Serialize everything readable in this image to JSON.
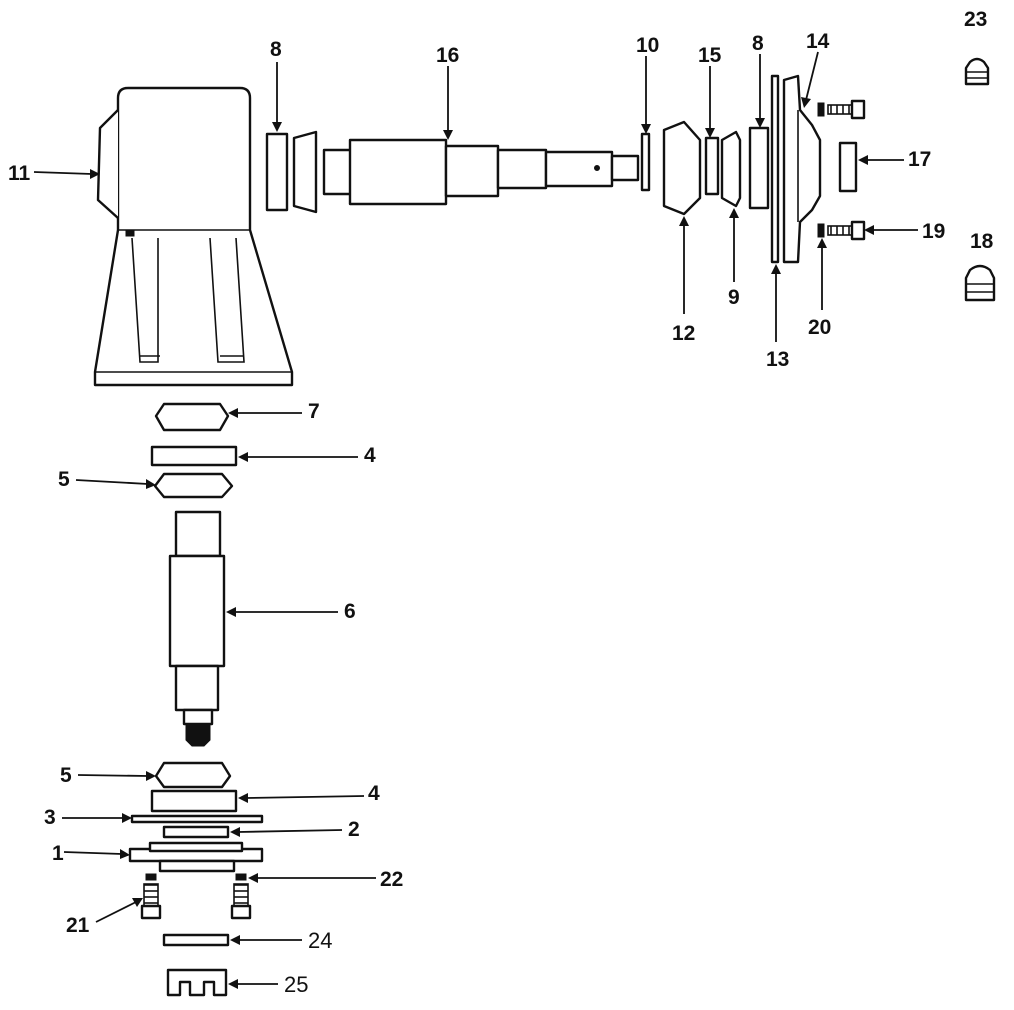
{
  "diagram": {
    "labels": {
      "l1": "1",
      "l2": "2",
      "l3": "3",
      "l4a": "4",
      "l4b": "4",
      "l5a": "5",
      "l5b": "5",
      "l6": "6",
      "l7": "7",
      "l8a": "8",
      "l8b": "8",
      "l9": "9",
      "l10": "10",
      "l11": "11",
      "l12": "12",
      "l13": "13",
      "l14": "14",
      "l15": "15",
      "l16": "16",
      "l17": "17",
      "l18": "18",
      "l19": "19",
      "l20": "20",
      "l21": "21",
      "l22": "22",
      "l23": "23",
      "l24": "24",
      "l25": "25"
    }
  }
}
